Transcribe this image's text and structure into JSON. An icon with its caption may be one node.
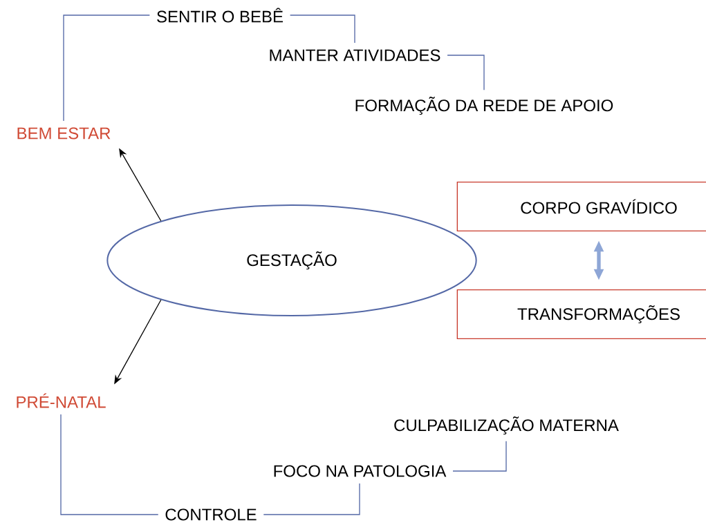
{
  "diagram": {
    "nodes": [
      {
        "text": [
          "GESTAÇÃO"
        ]
      },
      {
        "text": [
          "BEM ESTAR"
        ]
      },
      {
        "text": [
          "SENTIR O BEBÊ"
        ]
      },
      {
        "text": [
          "MANTER ATIVIDADES"
        ]
      },
      {
        "text": [
          "FORMAÇÃO DA REDE DE APOIO"
        ]
      },
      {
        "text": [
          "PRÉ-NATAL"
        ]
      },
      {
        "text": [
          "CONTROLE"
        ]
      },
      {
        "text": [
          "FOCO NA PATOLOGIA"
        ]
      },
      {
        "text": [
          "CULPABILIZAÇÃO MATERNA"
        ]
      },
      {
        "text": [
          "CORPO GRAVÍDICO"
        ]
      },
      {
        "text": [
          "TRANSFORMAÇÕES"
        ]
      }
    ],
    "edges": [
      {
        "from": 0,
        "to": 1,
        "arrow": "to",
        "color": "#000000"
      },
      {
        "from": 0,
        "to": 5,
        "arrow": "to",
        "color": "#000000"
      },
      {
        "from": 1,
        "to": 2,
        "arrow": "none"
      },
      {
        "from": 2,
        "to": 3,
        "arrow": "none"
      },
      {
        "from": 3,
        "to": 4,
        "arrow": "none"
      },
      {
        "from": 5,
        "to": 6,
        "arrow": "none"
      },
      {
        "from": 6,
        "to": 7,
        "arrow": "none"
      },
      {
        "from": 7,
        "to": 8,
        "arrow": "none"
      },
      {
        "from": 9,
        "to": 10,
        "arrow": "both",
        "style": "thick",
        "color": "#8ea6d6"
      }
    ]
  }
}
